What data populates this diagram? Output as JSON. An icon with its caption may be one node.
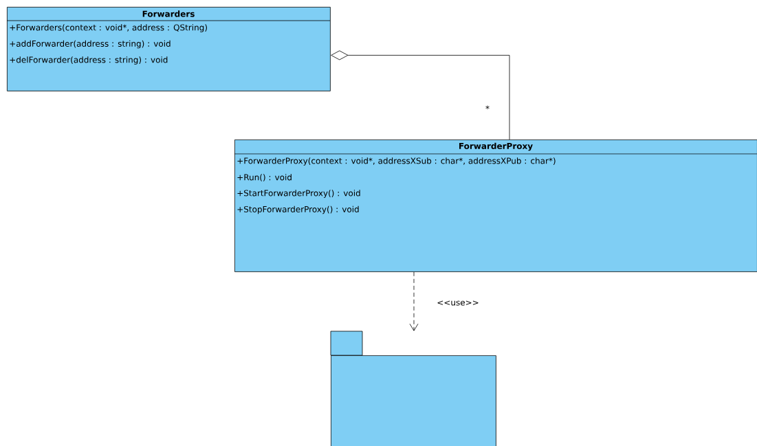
{
  "diagram": {
    "nodes": [
      {
        "text": [
          "Forwarders",
          "+Forwarders(context : void*, address : QString)",
          "+addForwarder(address : string) : void",
          "+delForwarder(address : string) : void"
        ]
      },
      {
        "text": [
          "ForwarderProxy",
          "+ForwarderProxy(context : void*, addressXSub : char*, addressXPub : char*)",
          "+Run() : void",
          "+StartForwarderProxy() : void",
          "+StopForwarderProxy() : void"
        ]
      },
      {
        "text": [],
        "shape": "folder"
      }
    ],
    "edges": [
      {
        "from": 1,
        "to": 0,
        "arrow": "other",
        "label": "*"
      },
      {
        "from": 1,
        "to": 2,
        "arrow": "to",
        "style": "dashed",
        "label": "<<use>>"
      }
    ]
  }
}
